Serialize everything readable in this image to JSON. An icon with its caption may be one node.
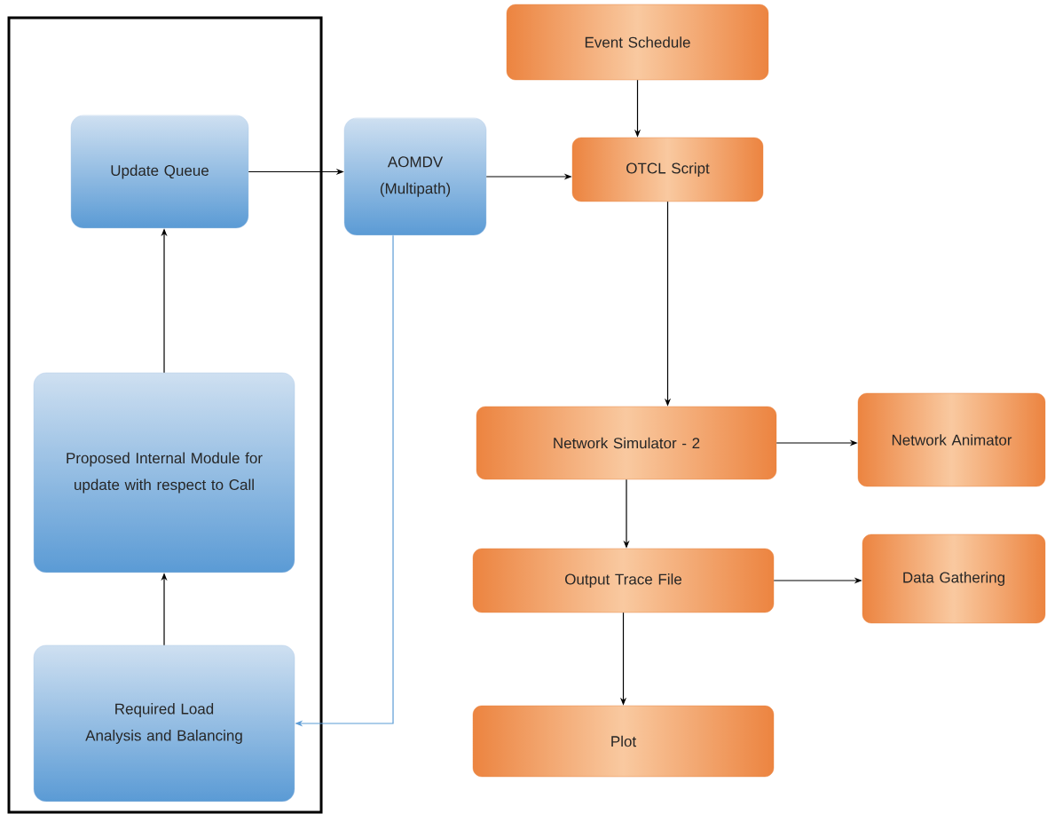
{
  "diagram": {
    "nodes": [
      {
        "text": [],
        "shape": "box"
      },
      {
        "text": [
          "Update Queue"
        ],
        "in": 0
      },
      {
        "text": [
          "Proposed Internal Module for update with respect to Call"
        ],
        "in": 0
      },
      {
        "text": [
          "Required Load Analysis and Balancing"
        ],
        "in": 0
      },
      {
        "text": [
          "AOMDV (Multipath)"
        ]
      },
      {
        "text": [
          "Event Schedule"
        ]
      },
      {
        "text": [
          "OTCL Script"
        ]
      },
      {
        "text": [
          "Network Simulator - 2"
        ]
      },
      {
        "text": [
          "Network Animator"
        ]
      },
      {
        "text": [
          "Output Trace File"
        ]
      },
      {
        "text": [
          "Data Gathering"
        ]
      },
      {
        "text": [
          "Plot"
        ]
      }
    ],
    "edges": [
      {
        "from": 3,
        "to": 2,
        "arrow": "to"
      },
      {
        "from": 2,
        "to": 1,
        "arrow": "to"
      },
      {
        "from": 1,
        "to": 4,
        "arrow": "to"
      },
      {
        "from": 4,
        "to": 6,
        "arrow": "to"
      },
      {
        "from": 5,
        "to": 6,
        "arrow": "to"
      },
      {
        "from": 6,
        "to": 7,
        "arrow": "to"
      },
      {
        "from": 7,
        "to": 8,
        "arrow": "to"
      },
      {
        "from": 7,
        "to": 9,
        "arrow": "to"
      },
      {
        "from": 9,
        "to": 10,
        "arrow": "to"
      },
      {
        "from": 9,
        "to": 11,
        "arrow": "to"
      },
      {
        "from": 4,
        "to": 3,
        "arrow": "to",
        "color": "#5b9bd5"
      }
    ]
  }
}
